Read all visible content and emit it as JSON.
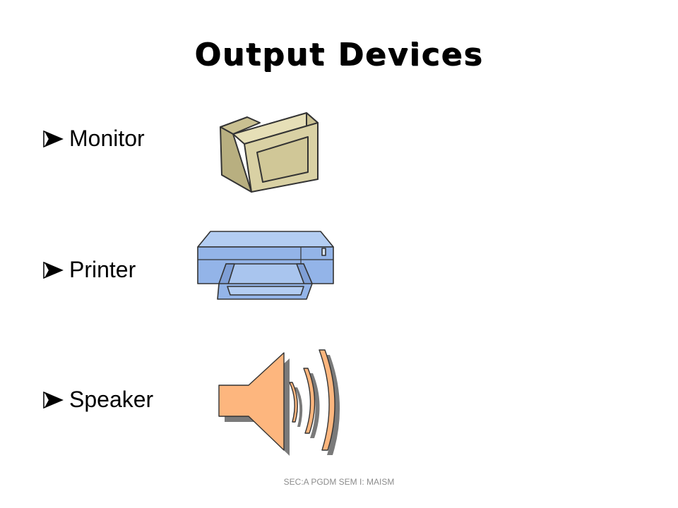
{
  "slide": {
    "title": "Output Devices",
    "bullets": [
      {
        "label": "Monitor"
      },
      {
        "label": "Printer"
      },
      {
        "label": "Speaker"
      }
    ],
    "footer": "SEC:A PGDM SEM I: MAISM"
  },
  "icons": [
    "monitor-icon",
    "printer-icon",
    "speaker-icon"
  ],
  "colors": {
    "monitor": "#d9d1a4",
    "printer": "#93b4e8",
    "speaker": "#fdb67e"
  }
}
